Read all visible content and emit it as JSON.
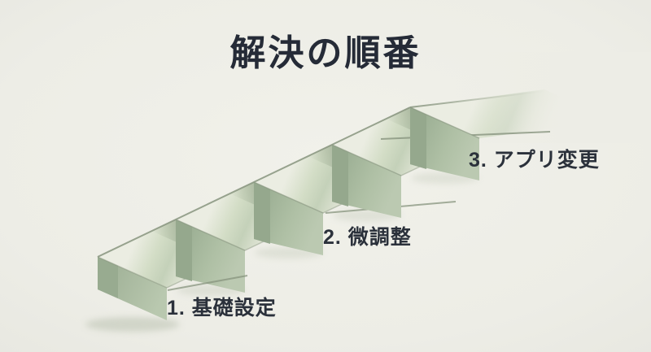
{
  "title": "解決の順番",
  "diagram": {
    "type": "staircase-process",
    "direction": "ascending-left-to-right",
    "visible_treads": 5,
    "steps": [
      {
        "order": 1,
        "label": "1. 基礎設定",
        "name": "基礎設定"
      },
      {
        "order": 2,
        "label": "2. 微調整",
        "name": "微調整"
      },
      {
        "order": 3,
        "label": "3. アプリ変更",
        "name": "アプリ変更"
      }
    ]
  },
  "colors": {
    "background": "#EDEDE6",
    "title_text": "#252B37",
    "label_text": "#2B313B",
    "stair_face_green": "#AFC0A5",
    "stair_face_dark_green": "#95A88D",
    "tread_wash_green": "#C4D1B9",
    "outline_stroke": "#87947E"
  }
}
